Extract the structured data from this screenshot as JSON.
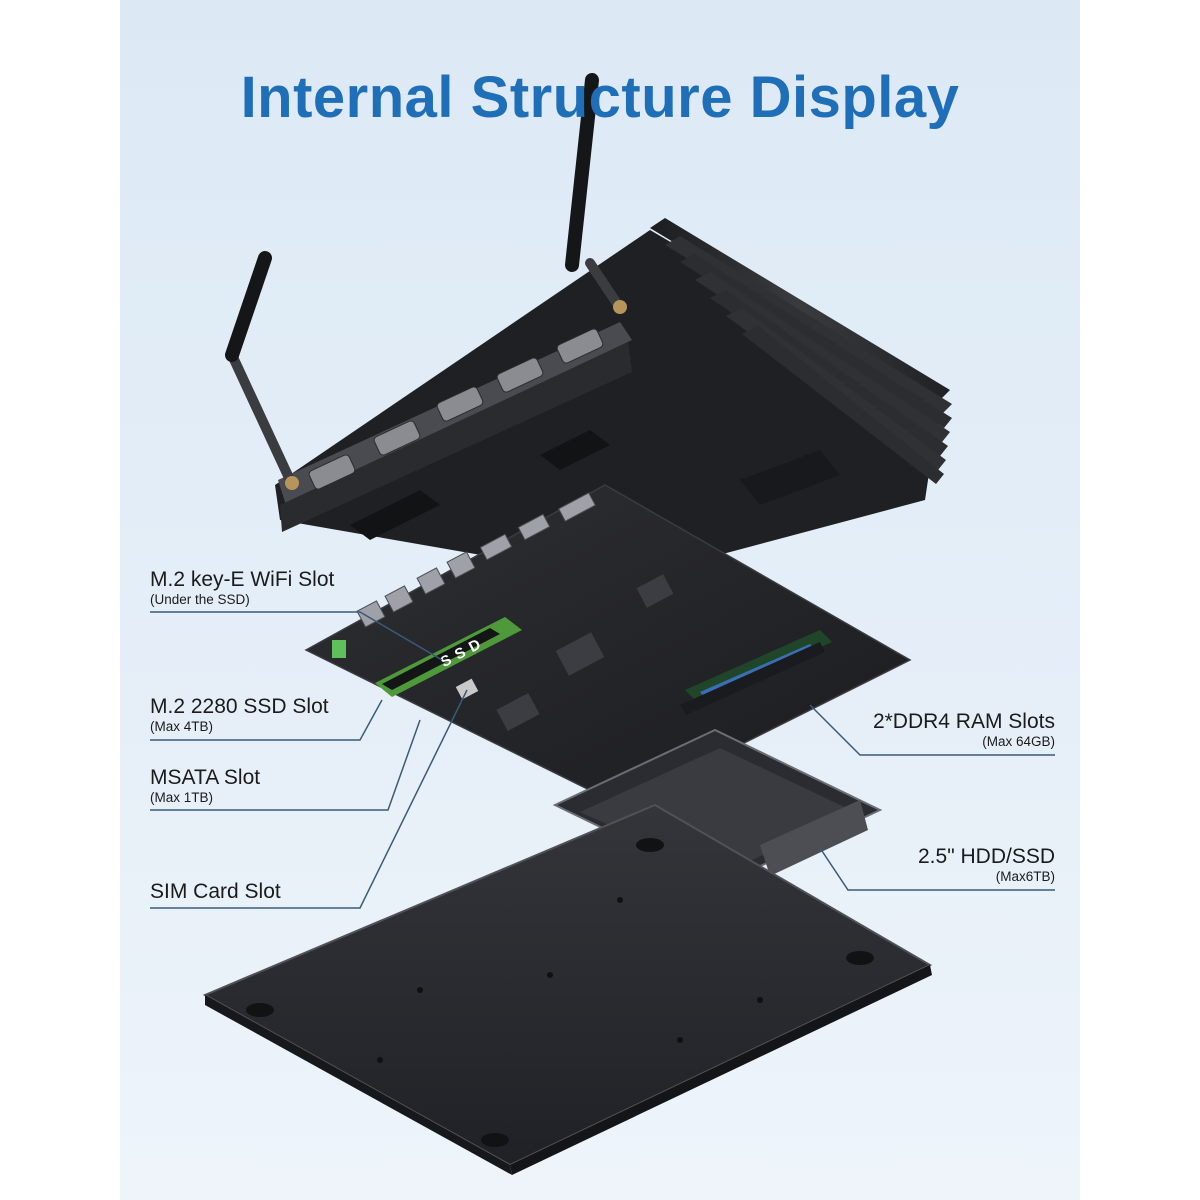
{
  "title": "Internal Structure Display",
  "callouts": {
    "wifi": {
      "main": "M.2 key-E WiFi Slot",
      "sub": "(Under the SSD)"
    },
    "ssd": {
      "main": "M.2 2280 SSD Slot",
      "sub": "(Max 4TB)"
    },
    "msata": {
      "main": "MSATA Slot",
      "sub": "(Max 1TB)"
    },
    "sim": {
      "main": "SIM Card Slot",
      "sub": ""
    },
    "ram": {
      "main": "2*DDR4 RAM Slots",
      "sub": "(Max  64GB)"
    },
    "hdd": {
      "main": "2.5\" HDD/SSD",
      "sub": "(Max6TB)"
    }
  },
  "ssd_chip_label": "SSD",
  "colors": {
    "title": "#1f6fb8",
    "background": "#e3edf7",
    "chassis": "#2a2b2e",
    "leader": "#3a5a78",
    "ssd_pcb": "#4e9a3a",
    "ram_label": "#3b6fb5"
  },
  "components": [
    "antenna-icon",
    "fanless-chassis",
    "motherboard",
    "ddr4-ram-module",
    "m2-ssd-module",
    "hdd-bay",
    "bottom-cover-plate"
  ]
}
